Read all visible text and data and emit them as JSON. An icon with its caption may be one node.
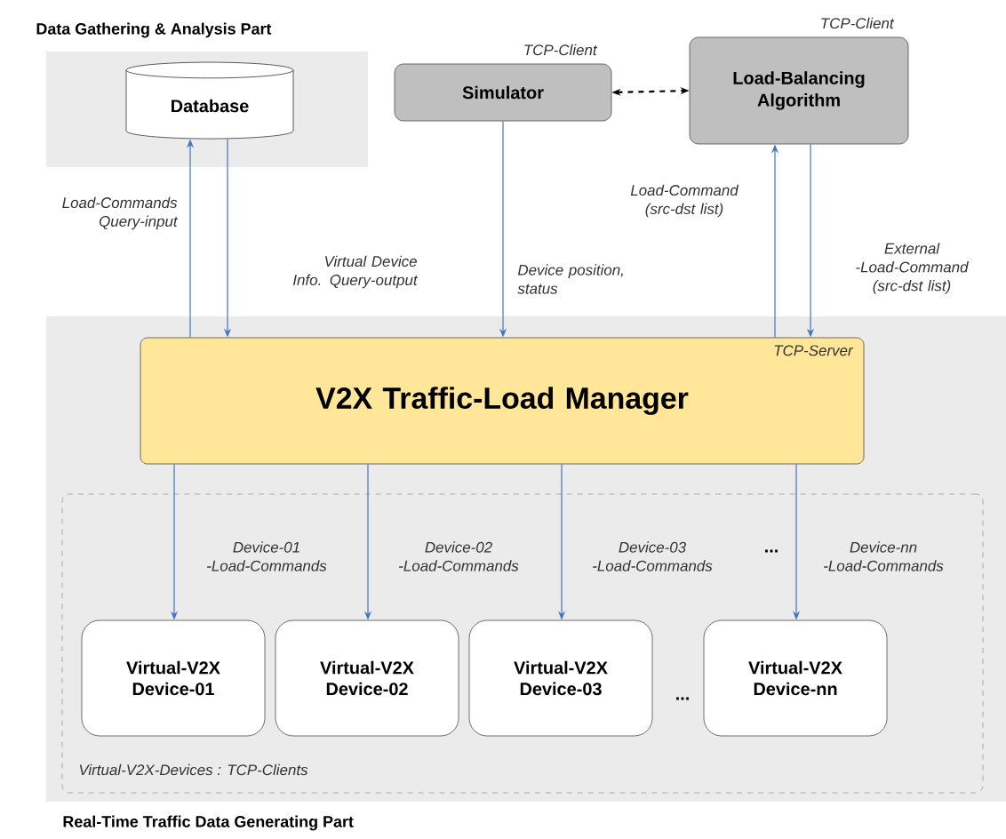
{
  "diagram": {
    "nodes": [
      {
        "text": [
          "Data Gathering & Analysis Part"
        ]
      },
      {
        "text": [
          "Database"
        ],
        "in": 0
      },
      {
        "text": [
          "Simulator"
        ],
        "beside": [
          "TCP-Client"
        ]
      },
      {
        "text": [
          "Load-Balancing Algorithm"
        ],
        "beside": [
          "TCP-Client"
        ]
      },
      {
        "text": [
          "Real-Time Traffic Data Generating Part"
        ]
      },
      {
        "text": [
          "V2X Traffic-Load Manager",
          "TCP-Server"
        ],
        "in": 4
      },
      {
        "text": [
          "Virtual-V2X-Devices : TCP-Clients"
        ],
        "in": 4
      },
      {
        "text": [
          "Virtual-V2X Device-01"
        ],
        "in": 6
      },
      {
        "text": [
          "Virtual-V2X Device-02"
        ],
        "in": 6
      },
      {
        "text": [
          "Virtual-V2X Device-03"
        ],
        "in": 6
      },
      {
        "text": [
          "Virtual-V2X Device-nn"
        ],
        "in": 6
      }
    ],
    "edges": [
      {
        "from": 5,
        "to": 1,
        "arrow": "to",
        "label": "Load-Commands Query-input"
      },
      {
        "from": 1,
        "to": 5,
        "arrow": "to",
        "label": "Virtual Device Info. Query-output"
      },
      {
        "from": 2,
        "to": 5,
        "arrow": "to",
        "label": "Device position, status"
      },
      {
        "from": 2,
        "to": 3,
        "arrow": "both",
        "style": "dashed",
        "color": "#000000"
      },
      {
        "from": 5,
        "to": 3,
        "arrow": "to",
        "label": "Load-Command (src-dst list)"
      },
      {
        "from": 3,
        "to": 5,
        "arrow": "to",
        "label": "External -Load-Command (src-dst list)"
      },
      {
        "from": 5,
        "to": 7,
        "arrow": "to",
        "label": "Device-01 -Load-Commands"
      },
      {
        "from": 5,
        "to": 8,
        "arrow": "to",
        "label": "Device-02 -Load-Commands"
      },
      {
        "from": 5,
        "to": 9,
        "arrow": "to",
        "label": "Device-03 -Load-Commands"
      },
      {
        "from": 5,
        "to": 10,
        "arrow": "to",
        "label": "Device-nn -Load-Commands"
      }
    ],
    "labels": [
      "...",
      "..."
    ]
  }
}
